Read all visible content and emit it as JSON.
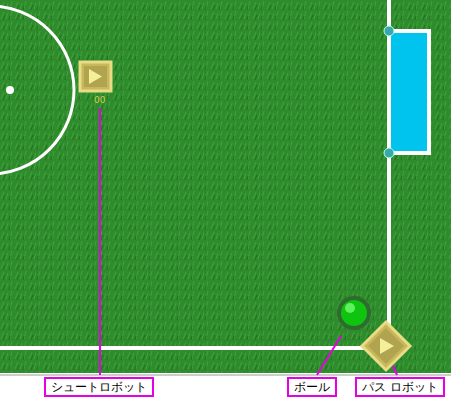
{
  "diagram": {
    "nodes": [
      {
        "text": [
          "シュートロボット"
        ]
      },
      {
        "text": [
          "ボール"
        ]
      },
      {
        "text": [
          "パス ロボット"
        ]
      }
    ],
    "labels": [
      "00"
    ]
  }
}
